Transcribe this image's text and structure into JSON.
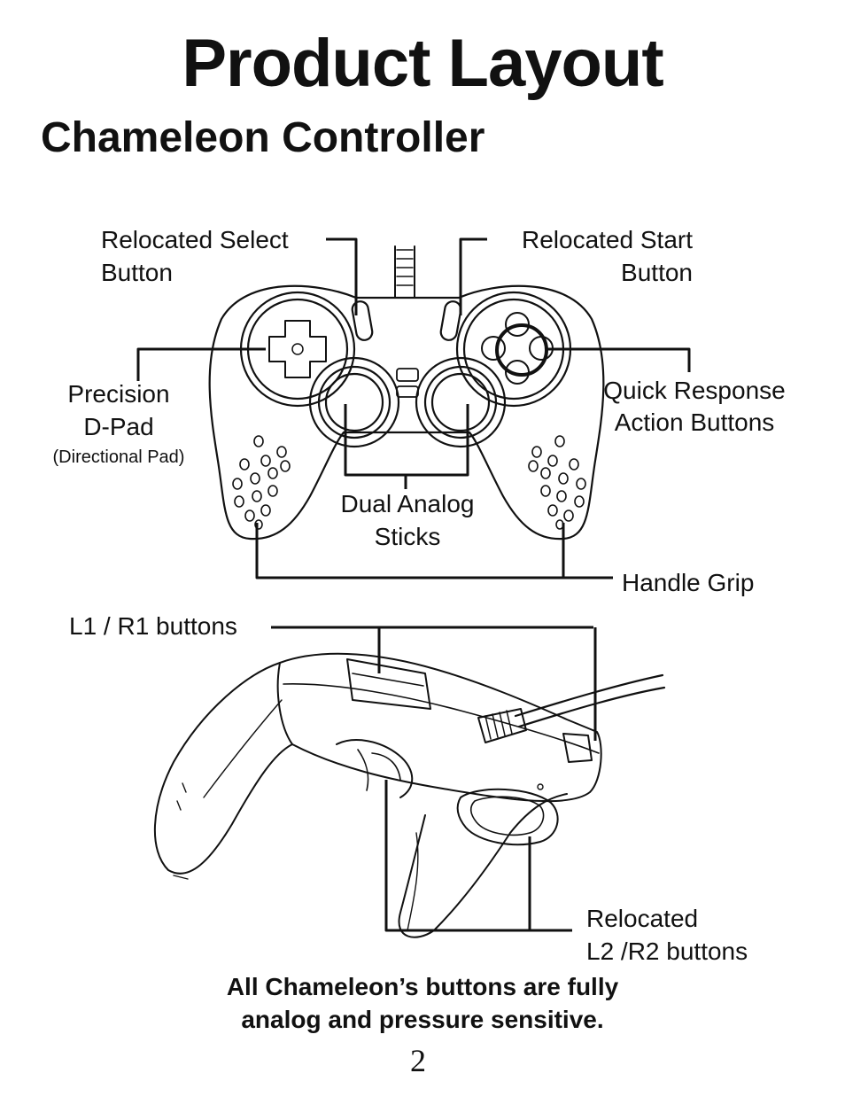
{
  "page": {
    "title": "Product Layout",
    "subtitle": "Chameleon Controller",
    "note_line1": "All Chameleon’s buttons are fully",
    "note_line2": "analog and pressure sensitive.",
    "page_number": "2"
  },
  "labels": {
    "select_line1": "Relocated Select",
    "select_line2": "Button",
    "start_line1": "Relocated Start",
    "start_line2": "Button",
    "dpad_line1": "Precision",
    "dpad_line2": "D-Pad",
    "dpad_line3": "(Directional Pad)",
    "action_line1": "Quick Response",
    "action_line2": "Action Buttons",
    "sticks_line1": "Dual Analog",
    "sticks_line2": "Sticks",
    "grip": "Handle Grip",
    "l1r1": "L1 / R1 buttons",
    "l2r2_line1": "Relocated",
    "l2r2_line2": "L2 /R2 buttons"
  }
}
